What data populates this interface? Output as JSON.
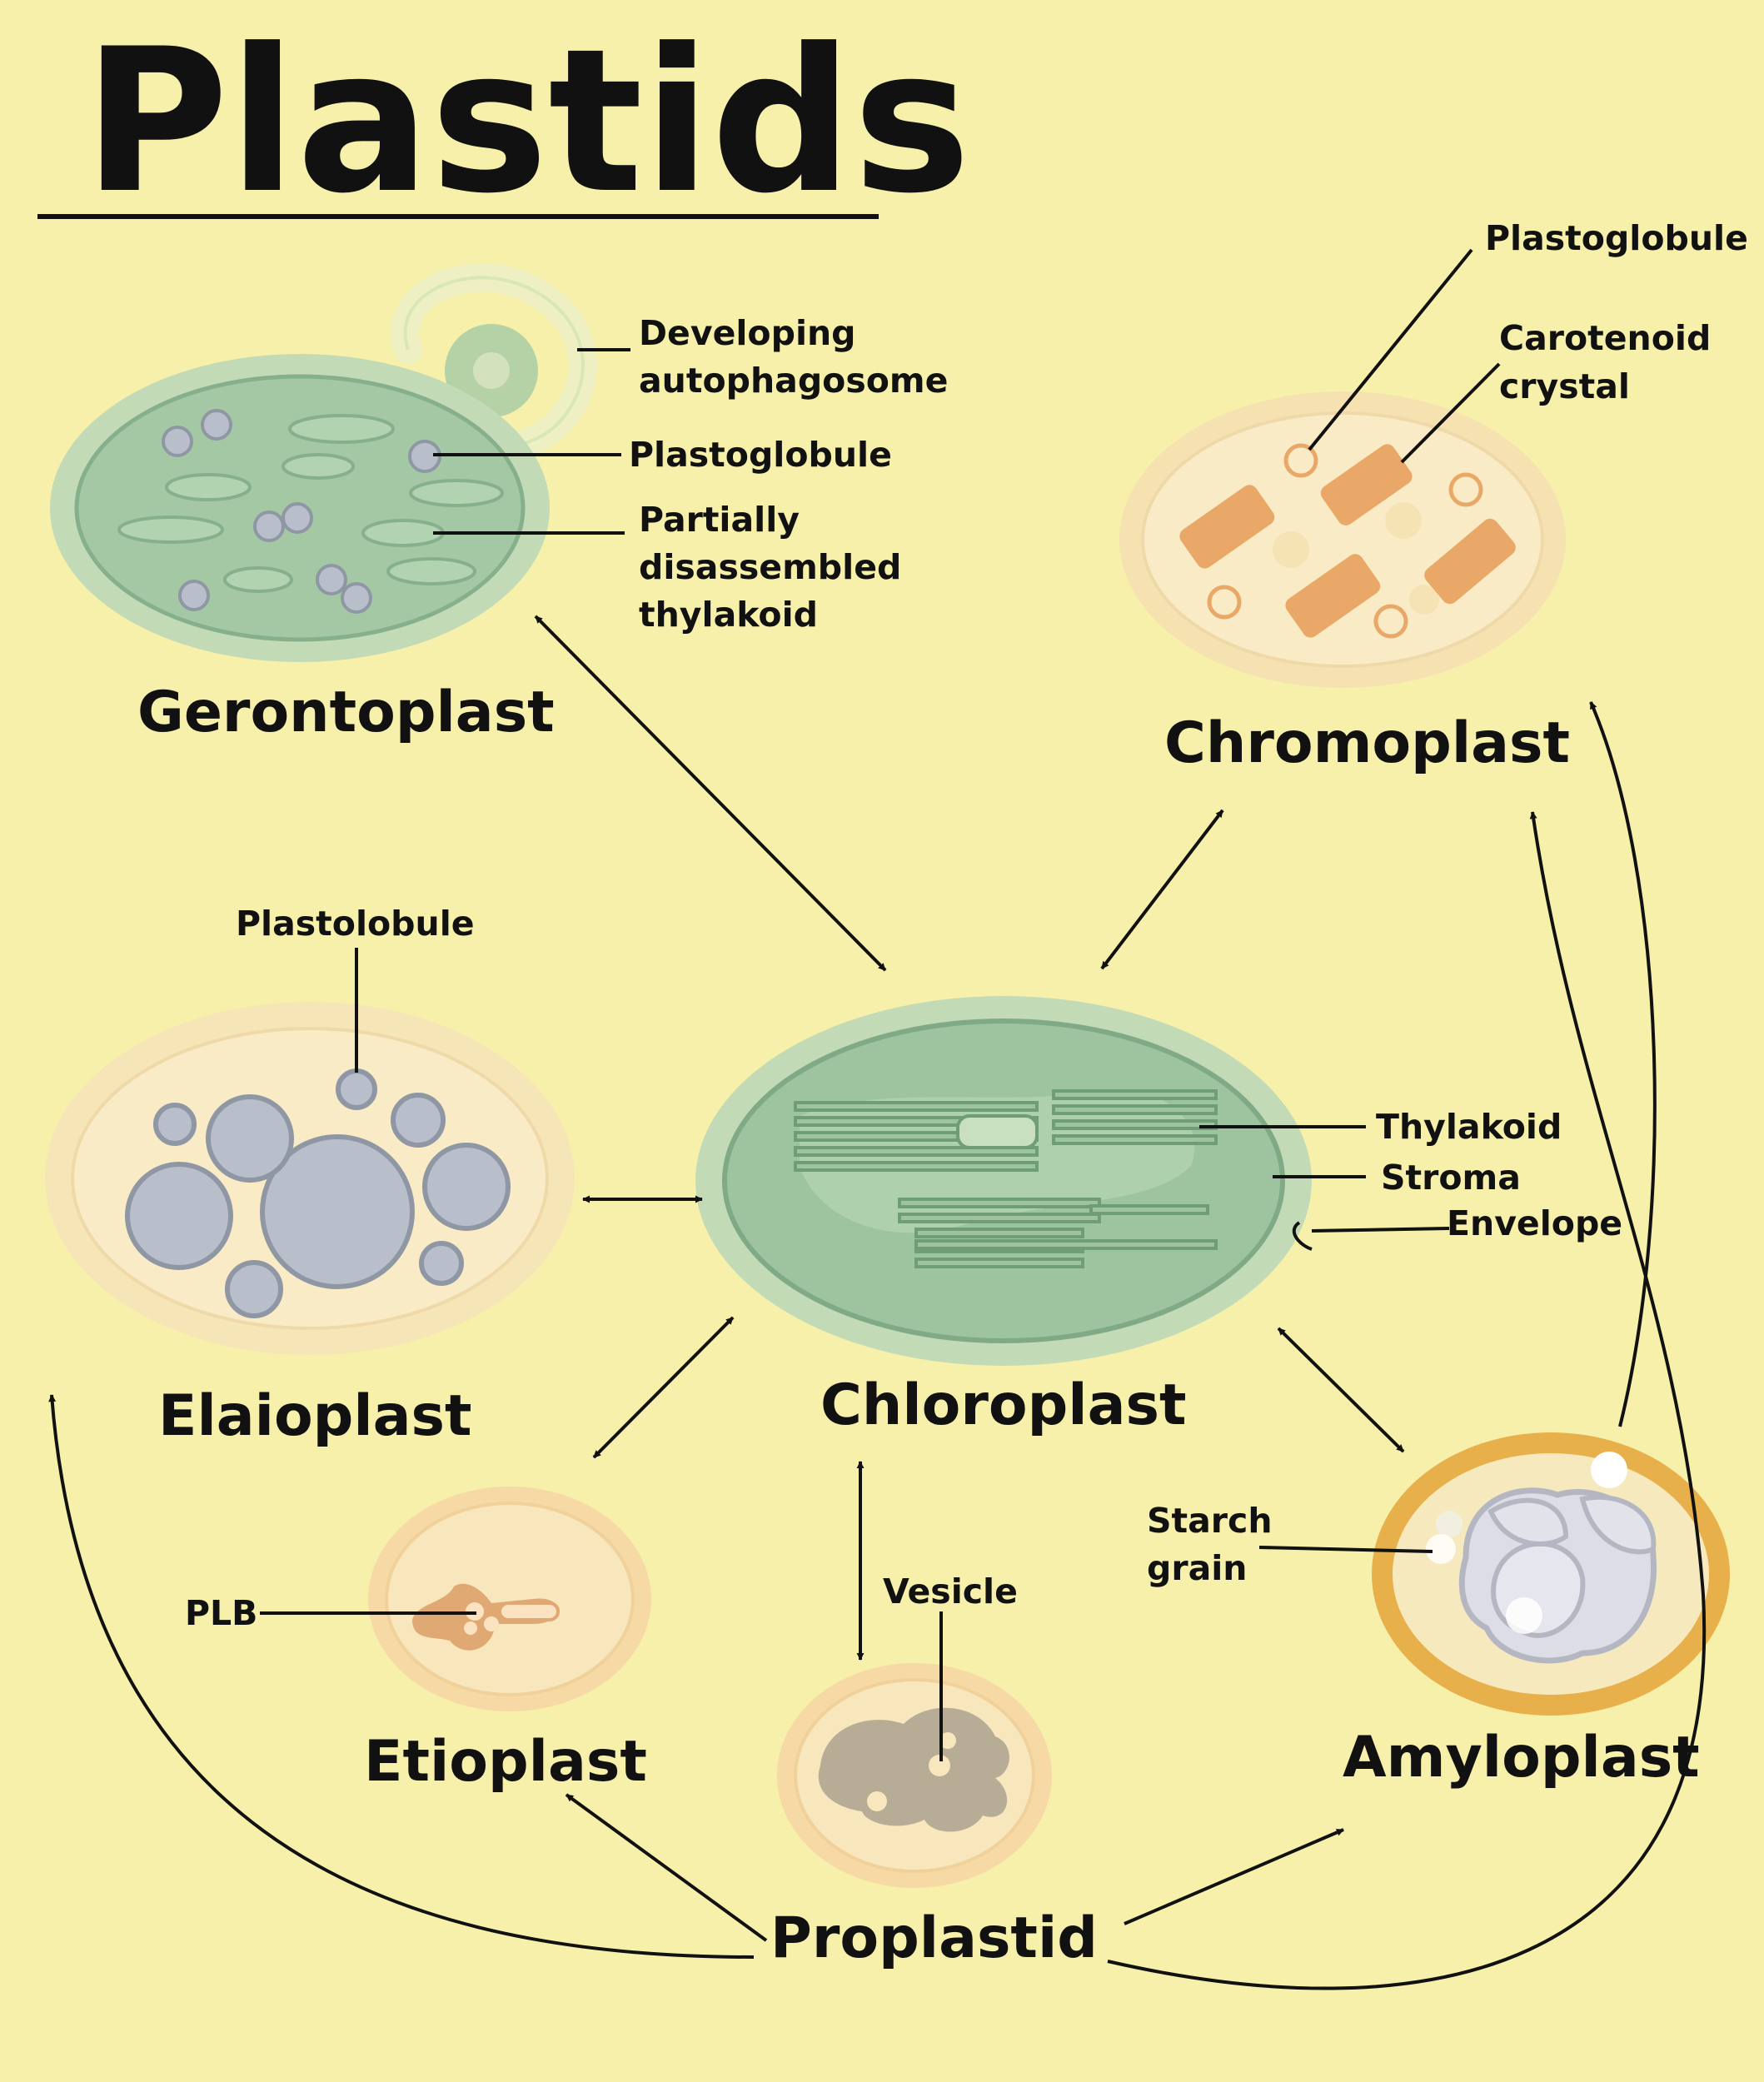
{
  "title": "Plastids",
  "colors": {
    "background": "#f6f0aa",
    "chloroplast_green": "#9dc49f",
    "envelope_green": "#c2dab6",
    "elaioplast_outer": "#f6e5b6",
    "oil_body_grey": "#b9bfca",
    "chromoplast_orange": "#e9a867",
    "amyloplast_rim": "#e8b04a",
    "etioplast_plb": "#e0a872",
    "proplastid_body": "#b7ac96"
  },
  "plastids": {
    "gerontoplast": {
      "name": "Gerontoplast",
      "labels": [
        "Developing",
        "autophagosome",
        "Plastoglobule",
        "Partially",
        "disassembled",
        "thylakoid"
      ]
    },
    "chromoplast": {
      "name": "Chromoplast",
      "labels": [
        "Plastoglobule",
        "Carotenoid",
        "crystal"
      ]
    },
    "elaioplast": {
      "name": "Elaioplast",
      "labels": [
        "Plastolobule"
      ]
    },
    "chloroplast": {
      "name": "Chloroplast",
      "labels": [
        "Thylakoid",
        "Stroma",
        "Envelope"
      ]
    },
    "etioplast": {
      "name": "Etioplast",
      "labels": [
        "PLB"
      ]
    },
    "proplastid": {
      "name": "Proplastid",
      "labels": [
        "Vesicle"
      ]
    },
    "amyloplast": {
      "name": "Amyloplast",
      "labels": [
        "Starch",
        "grain"
      ]
    }
  },
  "icons": [
    "arrow-icon",
    "double-arrow-icon"
  ]
}
